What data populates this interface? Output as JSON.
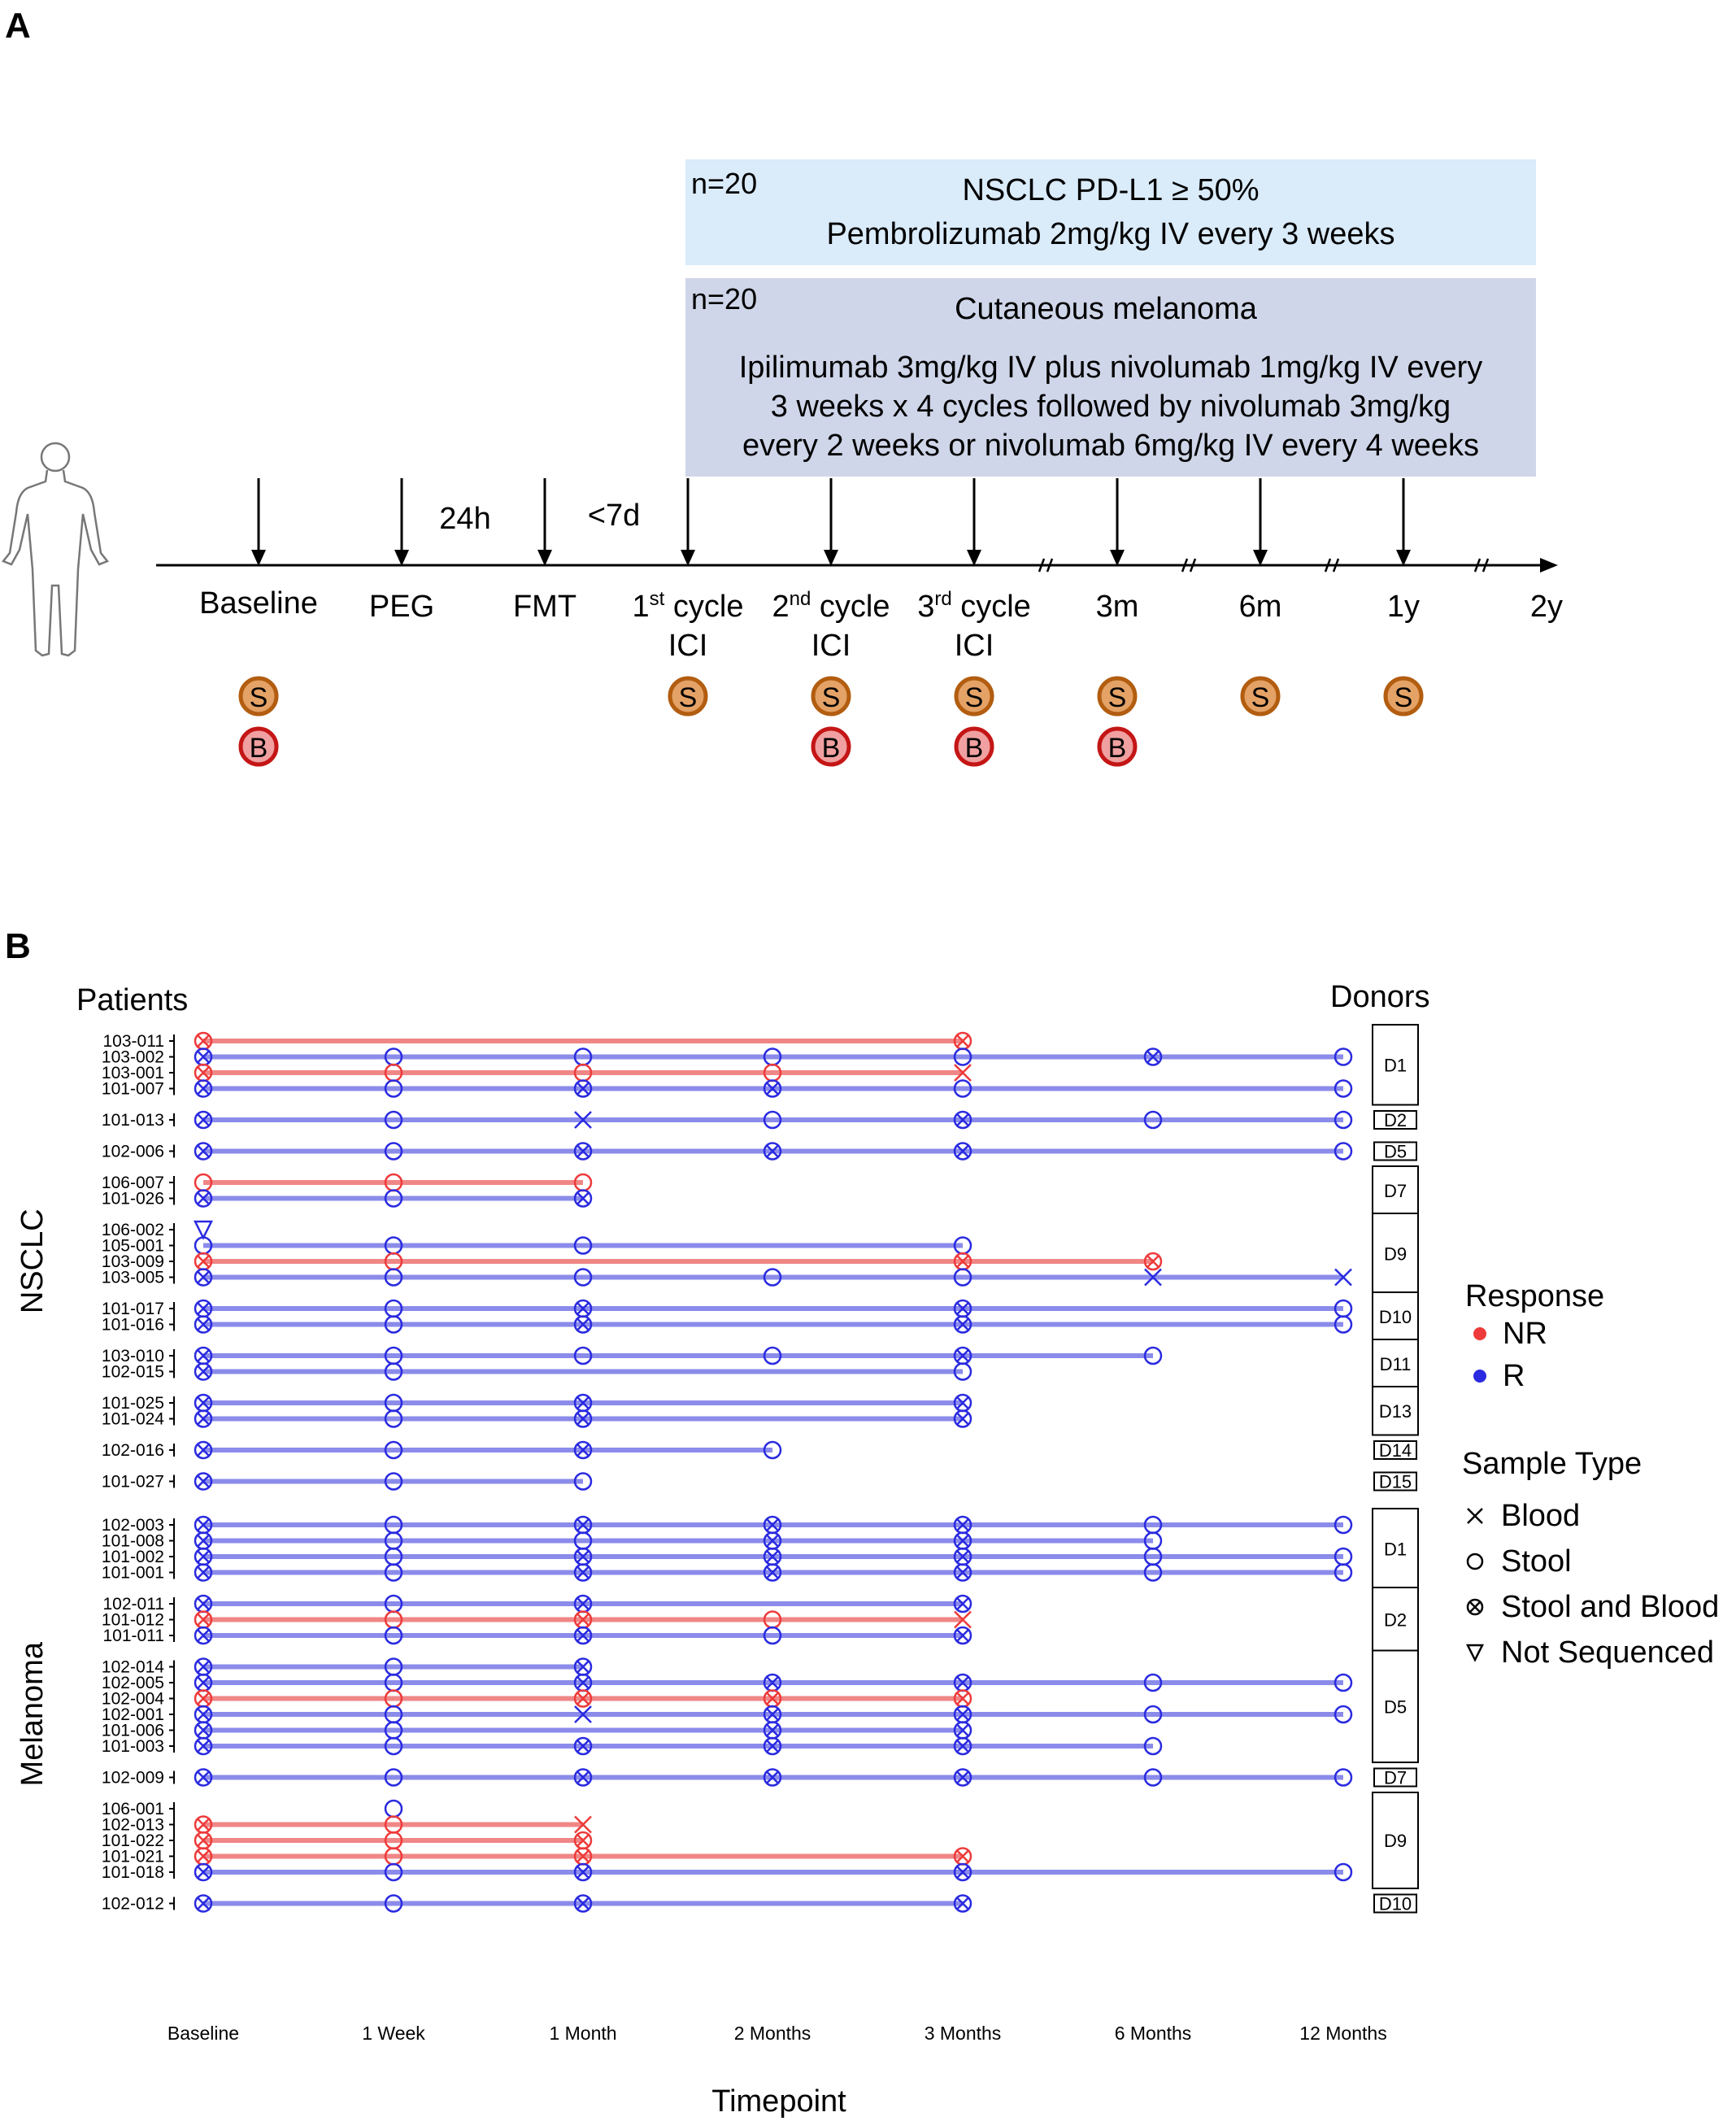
{
  "colors": {
    "nr": "#ee3a3a",
    "r": "#2a2ae0",
    "nr_line": "#f08080",
    "r_line": "#8585ea",
    "box_nsclc": "#daebfa",
    "box_melanoma": "#cfd6e9",
    "stool_fill": "#e4a266",
    "stool_stroke": "#b25d10",
    "blood_fill": "#f0a0a0",
    "blood_stroke": "#c41616"
  },
  "panel_a": {
    "label": "A",
    "nsclc_box": {
      "n": "n=20",
      "title": "NSCLC PD-L1 ≥ 50%",
      "regimen": "Pembrolizumab 2mg/kg IV every 3 weeks"
    },
    "melanoma_box": {
      "n": "n=20",
      "title": "Cutaneous melanoma",
      "lines": [
        "Ipilimumab 3mg/kg IV plus nivolumab 1mg/kg IV every",
        "3 weeks x 4 cycles followed by nivolumab 3mg/kg",
        "every 2 weeks or nivolumab 6mg/kg IV every 4 weeks"
      ]
    },
    "interval_labels": [
      "24h",
      "<7d"
    ],
    "timepoints": [
      {
        "line1": "Baseline",
        "stool": true,
        "blood": true
      },
      {
        "line1": "PEG",
        "stool": false,
        "blood": false
      },
      {
        "line1": "FMT",
        "stool": false,
        "blood": false
      },
      {
        "line1": "1",
        "sup": "st",
        "line1_rest": " cycle",
        "line2": "ICI",
        "stool": true,
        "blood": false
      },
      {
        "line1": "2",
        "sup": "nd",
        "line1_rest": " cycle",
        "line2": "ICI",
        "stool": true,
        "blood": true
      },
      {
        "line1": "3",
        "sup": "rd",
        "line1_rest": " cycle",
        "line2": "ICI",
        "stool": true,
        "blood": true
      },
      {
        "line1": "3m",
        "stool": true,
        "blood": true
      },
      {
        "line1": "6m",
        "stool": true,
        "blood": false
      },
      {
        "line1": "1y",
        "stool": true,
        "blood": false
      },
      {
        "line1": "2y",
        "stool": false,
        "blood": false
      }
    ],
    "stool_letter": "S",
    "blood_letter": "B"
  },
  "panel_b": {
    "label": "B",
    "patients_heading": "Patients",
    "donors_heading": "Donors",
    "xlabel": "Timepoint",
    "x_ticks": [
      "Baseline",
      "1 Week",
      "1 Month",
      "2 Months",
      "3 Months",
      "6 Months",
      "12 Months"
    ],
    "groups": [
      {
        "name": "NSCLC",
        "donors": [
          {
            "donor": "D1",
            "patients": [
              {
                "id": "103-011",
                "resp": "NR",
                "marks": {
                  "0": "sb",
                  "4": "sb"
                }
              },
              {
                "id": "103-002",
                "resp": "R",
                "marks": {
                  "0": "sb",
                  "1": "s",
                  "2": "s",
                  "3": "s",
                  "4": "s",
                  "5": "sb",
                  "6": "s"
                }
              },
              {
                "id": "103-001",
                "resp": "NR",
                "marks": {
                  "0": "sb",
                  "1": "s",
                  "2": "s",
                  "3": "s",
                  "4": "b"
                }
              },
              {
                "id": "101-007",
                "resp": "R",
                "marks": {
                  "0": "sb",
                  "1": "s",
                  "2": "sb",
                  "3": "sb",
                  "4": "s",
                  "6": "s"
                }
              }
            ]
          },
          {
            "donor": "D2",
            "patients": [
              {
                "id": "101-013",
                "resp": "R",
                "marks": {
                  "0": "sb",
                  "1": "s",
                  "2": "b",
                  "3": "s",
                  "4": "sb",
                  "5": "s",
                  "6": "s"
                }
              }
            ]
          },
          {
            "donor": "D5",
            "patients": [
              {
                "id": "102-006",
                "resp": "R",
                "marks": {
                  "0": "sb",
                  "1": "s",
                  "2": "sb",
                  "3": "sb",
                  "4": "sb",
                  "6": "s"
                }
              }
            ]
          },
          {
            "donor": "D7",
            "patients": [
              {
                "id": "106-007",
                "resp": "NR",
                "marks": {
                  "0": "s",
                  "1": "s",
                  "2": "s"
                }
              },
              {
                "id": "101-026",
                "resp": "R",
                "marks": {
                  "0": "sb",
                  "1": "s",
                  "2": "sb"
                }
              }
            ]
          },
          {
            "donor": "D9",
            "patients": [
              {
                "id": "106-002",
                "resp": "R",
                "marks": {
                  "0": "ns"
                }
              },
              {
                "id": "105-001",
                "resp": "R",
                "marks": {
                  "0": "s",
                  "1": "s",
                  "2": "s",
                  "4": "s"
                }
              },
              {
                "id": "103-009",
                "resp": "NR",
                "marks": {
                  "0": "sb",
                  "1": "s",
                  "4": "sb",
                  "5": "sb"
                }
              },
              {
                "id": "103-005",
                "resp": "R",
                "marks": {
                  "0": "sb",
                  "1": "s",
                  "2": "s",
                  "3": "s",
                  "4": "s",
                  "5": "b",
                  "6": "b"
                }
              }
            ]
          },
          {
            "donor": "D10",
            "patients": [
              {
                "id": "101-017",
                "resp": "R",
                "marks": {
                  "0": "sb",
                  "1": "s",
                  "2": "sb",
                  "4": "sb",
                  "6": "s"
                }
              },
              {
                "id": "101-016",
                "resp": "R",
                "marks": {
                  "0": "sb",
                  "1": "s",
                  "2": "sb",
                  "4": "sb",
                  "6": "s"
                }
              }
            ]
          },
          {
            "donor": "D11",
            "patients": [
              {
                "id": "103-010",
                "resp": "R",
                "marks": {
                  "0": "sb",
                  "1": "s",
                  "2": "s",
                  "3": "s",
                  "4": "sb",
                  "5": "s"
                }
              },
              {
                "id": "102-015",
                "resp": "R",
                "marks": {
                  "0": "sb",
                  "1": "s",
                  "4": "s"
                }
              }
            ]
          },
          {
            "donor": "D13",
            "patients": [
              {
                "id": "101-025",
                "resp": "R",
                "marks": {
                  "0": "sb",
                  "1": "s",
                  "2": "sb",
                  "4": "sb"
                }
              },
              {
                "id": "101-024",
                "resp": "R",
                "marks": {
                  "0": "sb",
                  "1": "s",
                  "2": "sb",
                  "4": "sb"
                }
              }
            ]
          },
          {
            "donor": "D14",
            "patients": [
              {
                "id": "102-016",
                "resp": "R",
                "marks": {
                  "0": "sb",
                  "1": "s",
                  "2": "sb",
                  "3": "s"
                }
              }
            ]
          },
          {
            "donor": "D15",
            "patients": [
              {
                "id": "101-027",
                "resp": "R",
                "marks": {
                  "0": "sb",
                  "1": "s",
                  "2": "s"
                }
              }
            ]
          }
        ]
      },
      {
        "name": "Melanoma",
        "donors": [
          {
            "donor": "D1",
            "patients": [
              {
                "id": "102-003",
                "resp": "R",
                "marks": {
                  "0": "sb",
                  "1": "s",
                  "2": "sb",
                  "3": "sb",
                  "4": "sb",
                  "5": "s",
                  "6": "s"
                }
              },
              {
                "id": "101-008",
                "resp": "R",
                "marks": {
                  "0": "sb",
                  "1": "s",
                  "2": "s",
                  "3": "sb",
                  "4": "sb",
                  "5": "s"
                }
              },
              {
                "id": "101-002",
                "resp": "R",
                "marks": {
                  "0": "sb",
                  "1": "s",
                  "2": "sb",
                  "3": "sb",
                  "4": "sb",
                  "5": "s",
                  "6": "s"
                }
              },
              {
                "id": "101-001",
                "resp": "R",
                "marks": {
                  "0": "sb",
                  "1": "s",
                  "2": "sb",
                  "3": "sb",
                  "4": "sb",
                  "5": "s",
                  "6": "s"
                }
              }
            ]
          },
          {
            "donor": "D2",
            "patients": [
              {
                "id": "102-011",
                "resp": "R",
                "marks": {
                  "0": "sb",
                  "1": "s",
                  "2": "sb",
                  "4": "sb"
                }
              },
              {
                "id": "101-012",
                "resp": "NR",
                "marks": {
                  "0": "sb",
                  "1": "s",
                  "2": "sb",
                  "3": "s",
                  "4": "b"
                }
              },
              {
                "id": "101-011",
                "resp": "R",
                "marks": {
                  "0": "sb",
                  "1": "s",
                  "2": "sb",
                  "3": "s",
                  "4": "sb"
                }
              }
            ]
          },
          {
            "donor": "D5",
            "patients": [
              {
                "id": "102-014",
                "resp": "R",
                "marks": {
                  "0": "sb",
                  "1": "s",
                  "2": "sb"
                }
              },
              {
                "id": "102-005",
                "resp": "R",
                "marks": {
                  "0": "sb",
                  "1": "s",
                  "2": "sb",
                  "3": "sb",
                  "4": "sb",
                  "5": "s",
                  "6": "s"
                }
              },
              {
                "id": "102-004",
                "resp": "NR",
                "marks": {
                  "0": "sb",
                  "1": "s",
                  "2": "sb",
                  "3": "sb",
                  "4": "sb"
                }
              },
              {
                "id": "102-001",
                "resp": "R",
                "marks": {
                  "0": "sb",
                  "1": "s",
                  "2": "b",
                  "3": "sb",
                  "4": "sb",
                  "5": "s",
                  "6": "s"
                }
              },
              {
                "id": "101-006",
                "resp": "R",
                "marks": {
                  "0": "sb",
                  "1": "s",
                  "3": "sb",
                  "4": "sb"
                }
              },
              {
                "id": "101-003",
                "resp": "R",
                "marks": {
                  "0": "sb",
                  "1": "s",
                  "2": "sb",
                  "3": "sb",
                  "4": "sb",
                  "5": "s"
                }
              }
            ]
          },
          {
            "donor": "D7",
            "patients": [
              {
                "id": "102-009",
                "resp": "R",
                "marks": {
                  "0": "sb",
                  "1": "s",
                  "2": "sb",
                  "3": "sb",
                  "4": "sb",
                  "5": "s",
                  "6": "s"
                }
              }
            ]
          },
          {
            "donor": "D9",
            "patients": [
              {
                "id": "106-001",
                "resp": "R",
                "marks": {
                  "1": "s"
                }
              },
              {
                "id": "102-013",
                "resp": "NR",
                "marks": {
                  "0": "sb",
                  "1": "s",
                  "2": "b"
                }
              },
              {
                "id": "101-022",
                "resp": "NR",
                "marks": {
                  "0": "sb",
                  "1": "s",
                  "2": "sb"
                }
              },
              {
                "id": "101-021",
                "resp": "NR",
                "marks": {
                  "0": "sb",
                  "1": "s",
                  "2": "sb",
                  "4": "sb"
                }
              },
              {
                "id": "101-018",
                "resp": "R",
                "marks": {
                  "0": "sb",
                  "1": "s",
                  "2": "sb",
                  "4": "sb",
                  "6": "s"
                }
              }
            ]
          },
          {
            "donor": "D10",
            "patients": [
              {
                "id": "102-012",
                "resp": "R",
                "marks": {
                  "0": "sb",
                  "1": "s",
                  "2": "sb",
                  "4": "sb"
                }
              }
            ]
          }
        ]
      }
    ],
    "legend": {
      "response_title": "Response",
      "response_items": [
        {
          "label": "NR",
          "resp": "NR"
        },
        {
          "label": "R",
          "resp": "R"
        }
      ],
      "sample_title": "Sample Type",
      "sample_items": [
        {
          "label": "Blood",
          "type": "b"
        },
        {
          "label": "Stool",
          "type": "s"
        },
        {
          "label": "Stool and Blood",
          "type": "sb"
        },
        {
          "label": "Not Sequenced",
          "type": "ns"
        }
      ]
    }
  }
}
